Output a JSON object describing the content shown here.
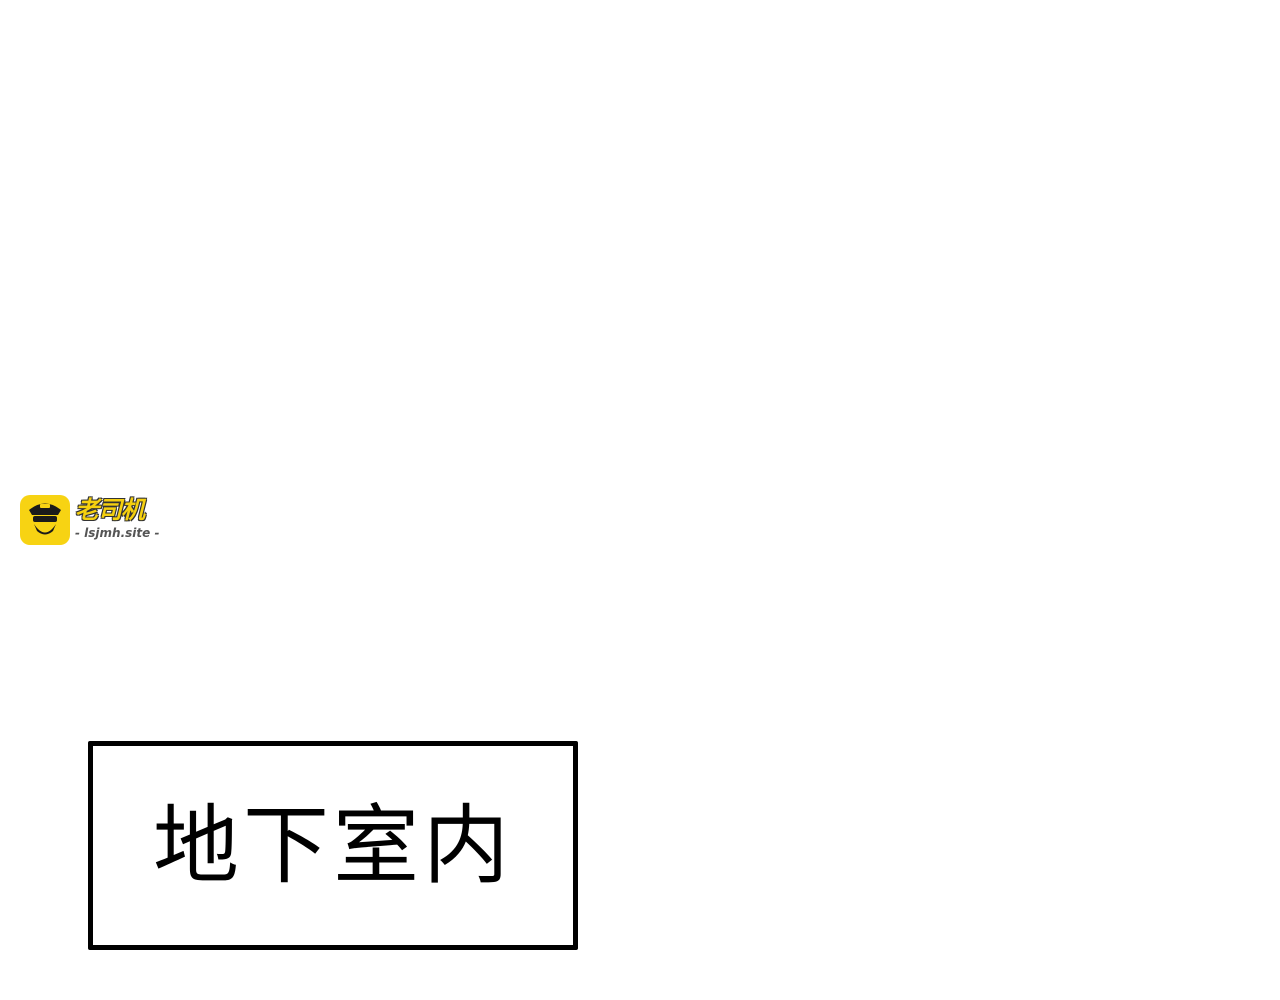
{
  "watermark": {
    "name": "老司机",
    "url": "- lsjmh.site -",
    "icon": "driver-face-icon",
    "brand_color": "#f7d313"
  },
  "caption": {
    "text": "地下室内"
  }
}
